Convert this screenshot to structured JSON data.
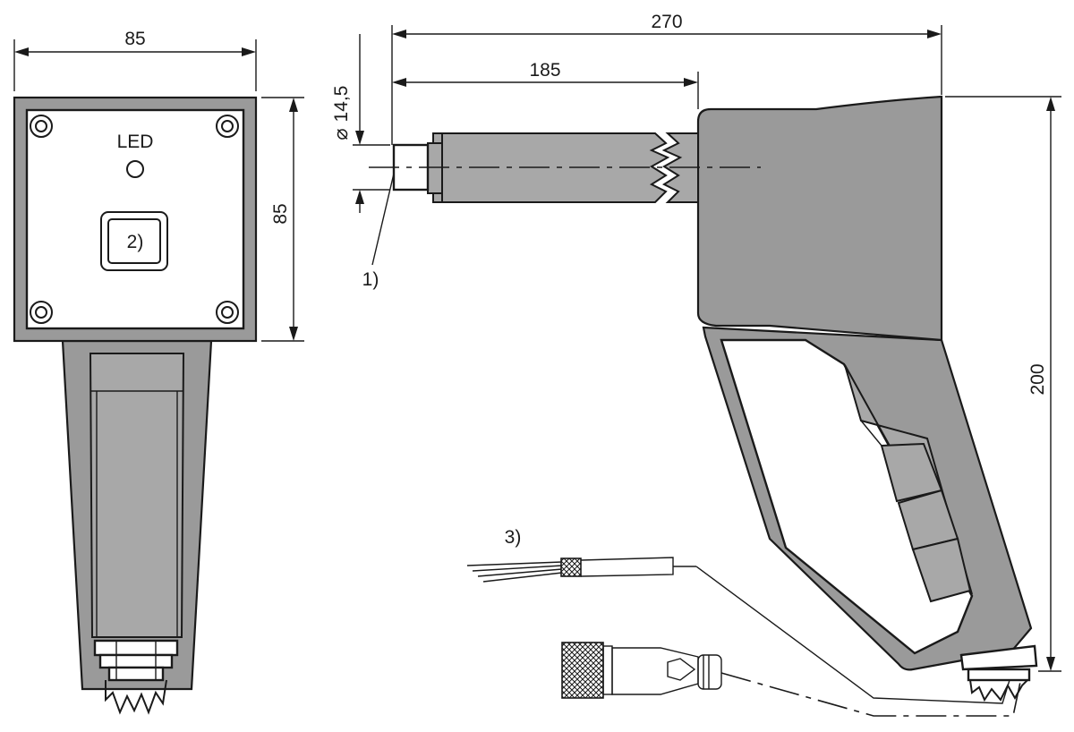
{
  "dimensions": {
    "front_width": "85",
    "front_height": "85",
    "side_total_length": "270",
    "side_rod_length": "185",
    "side_height": "200",
    "rod_diameter": "14,5",
    "diameter_symbol": "⌀"
  },
  "labels": {
    "led": "LED",
    "callout_1": "1)",
    "callout_2": "2)",
    "callout_3": "3)"
  }
}
